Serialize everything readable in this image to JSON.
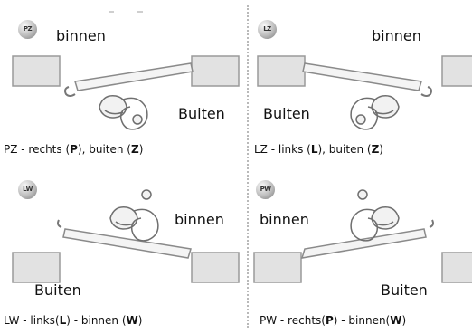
{
  "panels": {
    "pz": {
      "badge": "PZ",
      "inside_label": "binnen",
      "outside_label": "Buiten",
      "caption": {
        "pre": "PZ - rechts (",
        "b1": "P",
        "mid": "), buiten (",
        "b2": "Z",
        "post": ")"
      }
    },
    "lz": {
      "badge": "LZ",
      "inside_label": "binnen",
      "outside_label": "Buiten",
      "caption": {
        "pre": "LZ - links (",
        "b1": "L",
        "mid": "), buiten (",
        "b2": "Z",
        "post": ")"
      }
    },
    "lw": {
      "badge": "LW",
      "inside_label": "binnen",
      "outside_label": "Buiten",
      "caption": {
        "pre": "LW - links(",
        "b1": "L",
        "mid": ") - binnen (",
        "b2": "W",
        "post": ")"
      }
    },
    "pw": {
      "badge": "PW",
      "inside_label": "binnen",
      "outside_label": "Buiten",
      "caption": {
        "pre": "PW - rechts(",
        "b1": "P",
        "mid": ") - binnen(",
        "b2": "W",
        "post": ")"
      }
    }
  }
}
